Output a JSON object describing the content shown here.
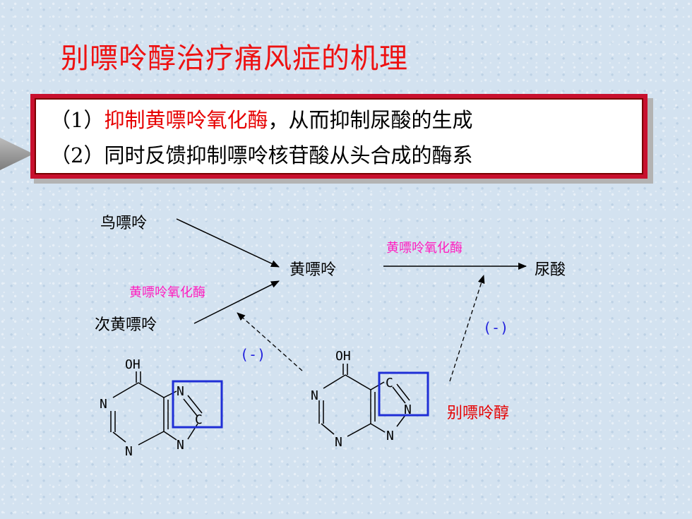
{
  "title": "别嘌呤醇治疗痛风症的机理",
  "mechanism": {
    "line1_prefix": "（1）",
    "line1_highlight": "抑制黄嘌呤氧化酶",
    "line1_rest": "，从而抑制尿酸的生成",
    "line2": "（2）同时反馈抑制嘌呤核苷酸从头合成的酶系"
  },
  "pathway": {
    "guanine": "鸟嘌呤",
    "hypoxanthine": "次黄嘌呤",
    "xanthine": "黄嘌呤",
    "uric_acid": "尿酸",
    "enzyme_left": "黄嘌呤氧化酶",
    "enzyme_right": "黄嘌呤氧化酶",
    "inhibit_left": "(-)",
    "inhibit_right": "(-)",
    "drug": "别嘌呤醇"
  },
  "structures": {
    "hypoxanthine": {
      "OH": "OH",
      "N1": "N",
      "N3": "N",
      "N7": "N",
      "C8": "C",
      "N9": "N"
    },
    "allopurinol": {
      "OH": "OH",
      "N1": "N",
      "N3": "N",
      "C7": "C",
      "N8": "N",
      "N9": "N"
    }
  },
  "colors": {
    "title": "#ee1111",
    "enzyme": "#ff1cbf",
    "inhibit": "#2222dd",
    "highlight_box": "#1f2fd6"
  }
}
